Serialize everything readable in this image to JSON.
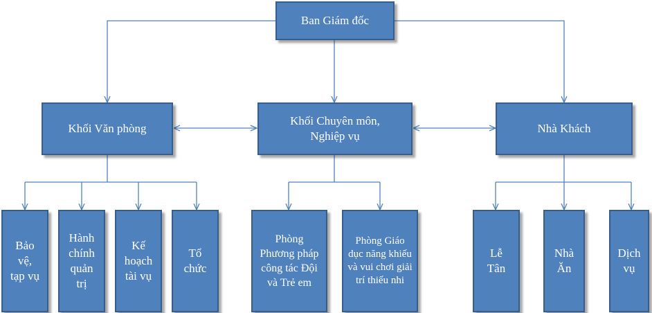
{
  "colors": {
    "box_fill": "#4f81bd",
    "box_border": "#385d8a",
    "connector": "#4f81bd",
    "text": "#ffffff"
  },
  "top": {
    "label": "Ban Giám đốc"
  },
  "level1": [
    {
      "label": "Khối Văn phòng"
    },
    {
      "label": "Khối Chuyên môn, Nghiệp vụ"
    },
    {
      "label": "Nhà Khách"
    }
  ],
  "van_phong": [
    {
      "label": "Bảo vệ, tạp vụ"
    },
    {
      "label": "Hành chính quản trị"
    },
    {
      "label": "Kế hoạch tài vụ"
    },
    {
      "label": "Tổ chức"
    }
  ],
  "chuyen_mon": [
    {
      "label": "Phòng Phương pháp công tác Đội và Trẻ em"
    },
    {
      "label": "Phòng Giáo dục năng khiếu và vui chơi giải trí thiếu nhi"
    }
  ],
  "nha_khach": [
    {
      "label": "Lễ Tân"
    },
    {
      "label": "Nhà Ăn"
    },
    {
      "label": "Dịch vụ"
    }
  ]
}
